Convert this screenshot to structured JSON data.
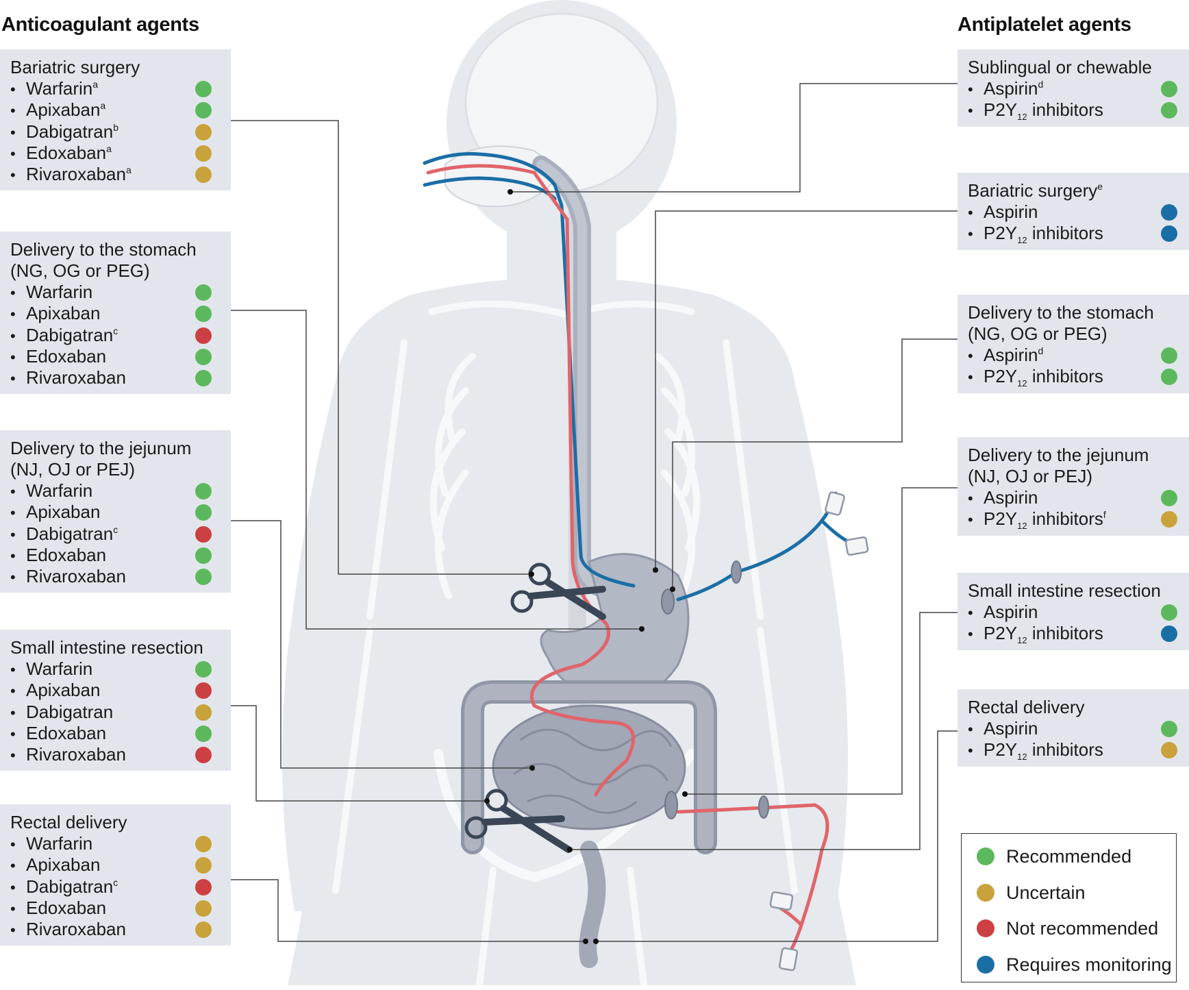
{
  "colors": {
    "recommended": "#5cb85c",
    "uncertain": "#c9a23c",
    "not_recommended": "#cc3f42",
    "requires_monitoring": "#1a6ea6",
    "panel_bg": "#e2e6ec",
    "tube_blue": "#1a6ea6",
    "tube_red": "#e0646a",
    "body_silhouette": "#e6e9ed",
    "organ": "#a9afbd"
  },
  "headings": {
    "left": "Anticoagulant agents",
    "right": "Antiplatelet agents"
  },
  "anticoagulant_panels": [
    {
      "title": "Bariatric surgery",
      "drugs": [
        {
          "name": "Warfarin",
          "sup": "a",
          "status": "recommended"
        },
        {
          "name": "Apixaban",
          "sup": "a",
          "status": "recommended"
        },
        {
          "name": "Dabigatran",
          "sup": "b",
          "status": "uncertain"
        },
        {
          "name": "Edoxaban",
          "sup": "a",
          "status": "uncertain"
        },
        {
          "name": "Rivaroxaban",
          "sup": "a",
          "status": "uncertain"
        }
      ]
    },
    {
      "title": "Delivery to the stomach",
      "title_line2": "(NG, OG or PEG)",
      "drugs": [
        {
          "name": "Warfarin",
          "status": "recommended"
        },
        {
          "name": "Apixaban",
          "status": "recommended"
        },
        {
          "name": "Dabigatran",
          "sup": "c",
          "status": "not_recommended"
        },
        {
          "name": "Edoxaban",
          "status": "recommended"
        },
        {
          "name": "Rivaroxaban",
          "status": "recommended"
        }
      ]
    },
    {
      "title": "Delivery to the jejunum",
      "title_line2": "(NJ, OJ or PEJ)",
      "drugs": [
        {
          "name": "Warfarin",
          "status": "recommended"
        },
        {
          "name": "Apixaban",
          "status": "recommended"
        },
        {
          "name": "Dabigatran",
          "sup": "c",
          "status": "not_recommended"
        },
        {
          "name": "Edoxaban",
          "status": "recommended"
        },
        {
          "name": "Rivaroxaban",
          "status": "recommended"
        }
      ]
    },
    {
      "title": "Small intestine resection",
      "drugs": [
        {
          "name": "Warfarin",
          "status": "recommended"
        },
        {
          "name": "Apixaban",
          "status": "not_recommended"
        },
        {
          "name": "Dabigatran",
          "status": "uncertain"
        },
        {
          "name": "Edoxaban",
          "status": "recommended"
        },
        {
          "name": "Rivaroxaban",
          "status": "not_recommended"
        }
      ]
    },
    {
      "title": "Rectal delivery",
      "drugs": [
        {
          "name": "Warfarin",
          "status": "uncertain"
        },
        {
          "name": "Apixaban",
          "status": "uncertain"
        },
        {
          "name": "Dabigatran",
          "sup": "c",
          "status": "not_recommended"
        },
        {
          "name": "Edoxaban",
          "status": "uncertain"
        },
        {
          "name": "Rivaroxaban",
          "status": "uncertain"
        }
      ]
    }
  ],
  "antiplatelet_panels": [
    {
      "title": "Sublingual or chewable",
      "drugs": [
        {
          "name": "Aspirin",
          "sup": "d",
          "status": "recommended"
        },
        {
          "name": "P2Y",
          "sub": "12",
          "suffix": " inhibitors",
          "status": "recommended"
        }
      ]
    },
    {
      "title": "Bariatric surgery",
      "title_sup": "e",
      "drugs": [
        {
          "name": "Aspirin",
          "status": "requires_monitoring"
        },
        {
          "name": "P2Y",
          "sub": "12",
          "suffix": " inhibitors",
          "status": "requires_monitoring"
        }
      ]
    },
    {
      "title": "Delivery to the stomach",
      "title_line2": "(NG, OG or PEG)",
      "drugs": [
        {
          "name": "Aspirin",
          "sup": "d",
          "status": "recommended"
        },
        {
          "name": "P2Y",
          "sub": "12",
          "suffix": " inhibitors",
          "status": "recommended"
        }
      ]
    },
    {
      "title": "Delivery to the jejunum",
      "title_line2": "(NJ, OJ or  PEJ)",
      "drugs": [
        {
          "name": "Aspirin",
          "status": "recommended"
        },
        {
          "name": "P2Y",
          "sub": "12",
          "suffix": " inhibitors",
          "sup": "f",
          "status": "uncertain"
        }
      ]
    },
    {
      "title": "Small intestine resection",
      "drugs": [
        {
          "name": "Aspirin",
          "status": "recommended"
        },
        {
          "name": "P2Y",
          "sub": "12",
          "suffix": " inhibitors",
          "status": "requires_monitoring"
        }
      ]
    },
    {
      "title": "Rectal delivery",
      "drugs": [
        {
          "name": "Aspirin",
          "status": "recommended"
        },
        {
          "name": "P2Y",
          "sub": "12",
          "suffix": " inhibitors",
          "status": "uncertain"
        }
      ]
    }
  ],
  "legend": [
    {
      "key": "recommended",
      "label": "Recommended"
    },
    {
      "key": "uncertain",
      "label": "Uncertain"
    },
    {
      "key": "not_recommended",
      "label": "Not recommended"
    },
    {
      "key": "requires_monitoring",
      "label": "Requires monitoring"
    }
  ]
}
